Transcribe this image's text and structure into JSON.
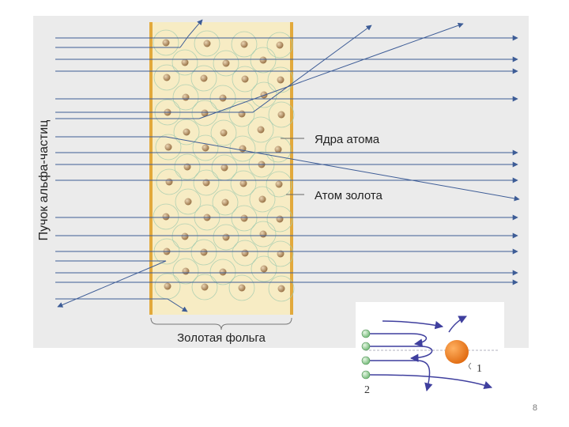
{
  "labels": {
    "beam": "Пучок альфа-частиц",
    "nuclei": "Ядра атома",
    "gold_atom": "Атом золота",
    "gold_foil": "Золотая фольга"
  },
  "inset": {
    "label_1": "1",
    "label_2": "2"
  },
  "slide_number": "8",
  "colors": {
    "panel_bg": "#ebebeb",
    "foil_fill": "#f7ecc4",
    "foil_edge": "#e2a93c",
    "beam_line": "#3d5c96",
    "nucleus": "#b08a5c",
    "atom_ring": "#a6ccb0",
    "inset_line": "#3f3f9e",
    "inset_nucleus": "#ef8a1c",
    "inset_particle": "#7bc47e"
  }
}
